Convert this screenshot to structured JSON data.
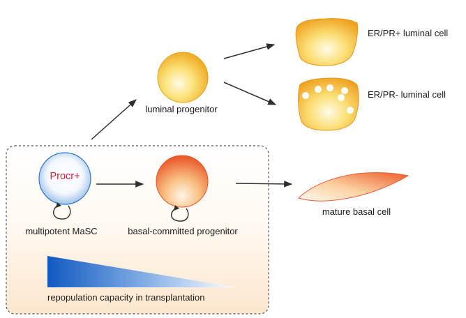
{
  "labels": {
    "luminal_progenitor": "luminal progenitor",
    "er_pr_pos": "ER/PR+ luminal cell",
    "er_pr_neg": "ER/PR- luminal cell",
    "mature_basal": "mature basal cell",
    "multipotent_masc": "multipotent MaSC",
    "basal_committed": "basal-committed progenitor",
    "procr_marker": "Procr+",
    "repopulation": "repopulation capacity in transplantation"
  },
  "colors": {
    "procr_text": "#d81e30",
    "luminal_fill": "#f6c22e",
    "basal_fill": "#f0703a",
    "stem_fill": "#3f86cf",
    "gradient_bar": "#1560c4",
    "box_tint": "#fdebd7"
  }
}
